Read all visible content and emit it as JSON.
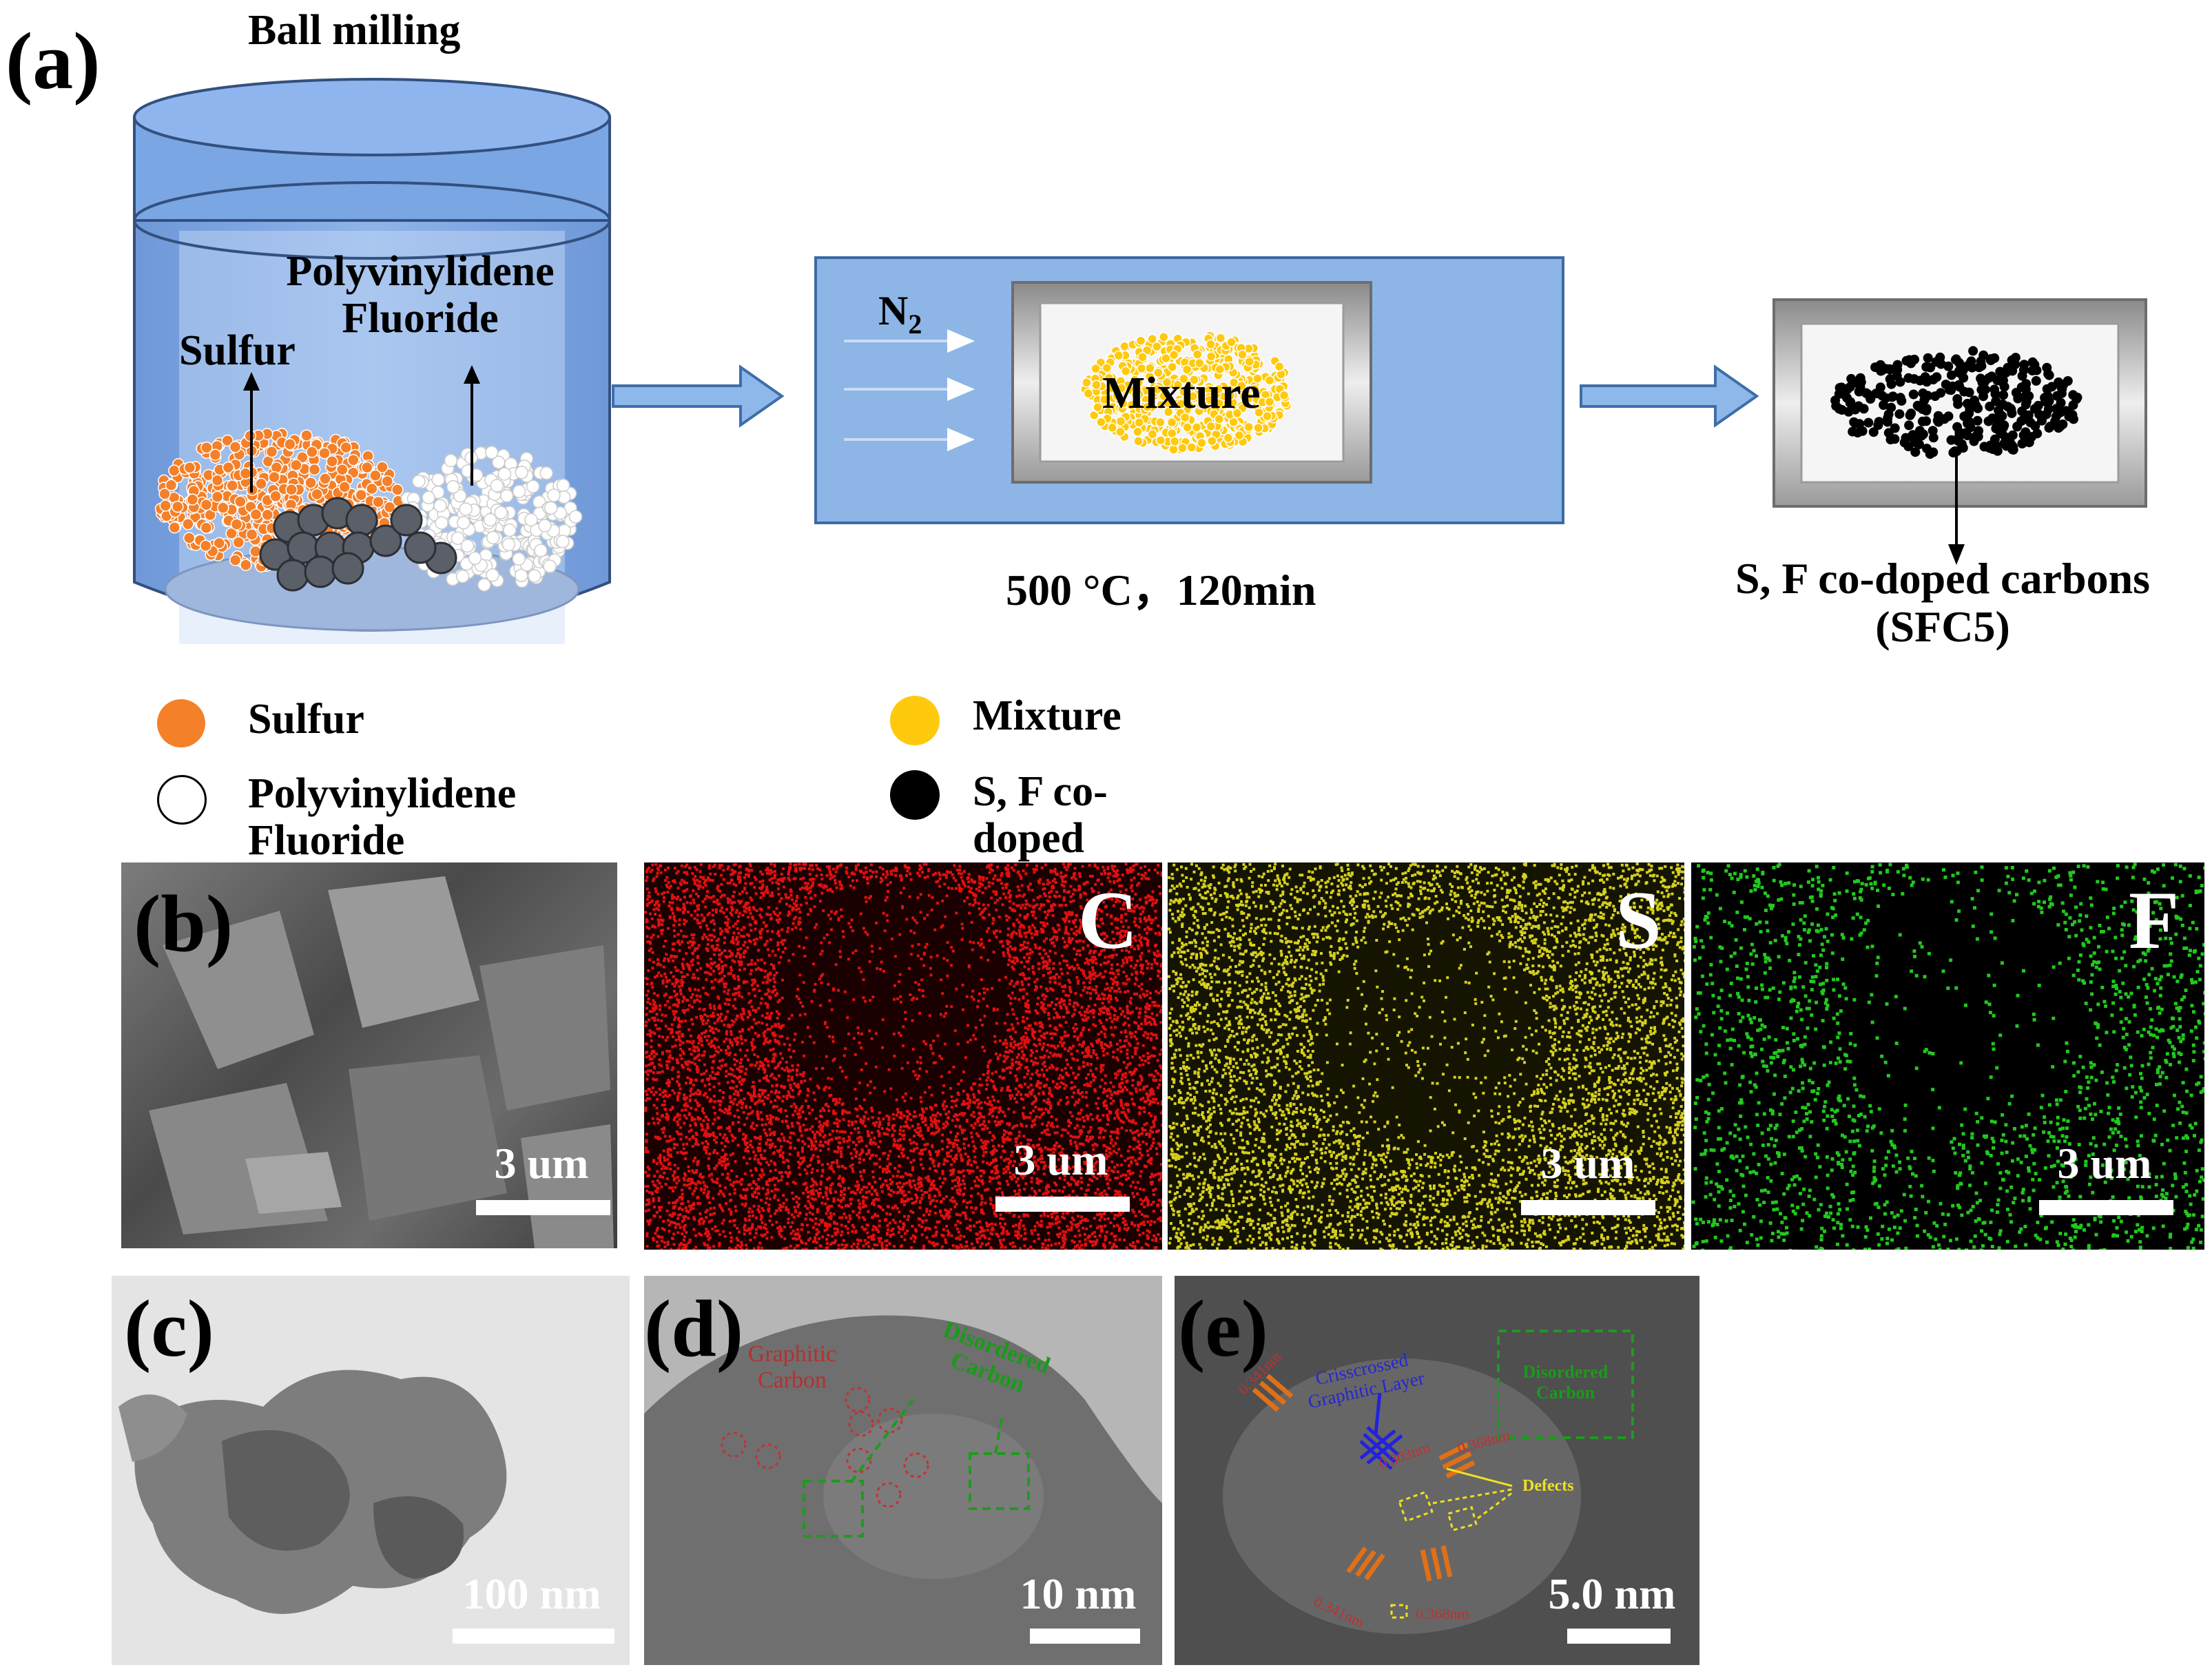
{
  "panel_a": {
    "letter": "(a)",
    "ball_milling": "Ball milling",
    "jar_sulfur": "Sulfur",
    "jar_pvdf_line1": "Polyvinylidene",
    "jar_pvdf_line2": "Fluoride",
    "n2": "N",
    "n2_sub": "2",
    "mixture": "Mixture",
    "condition": "500 °C，120min",
    "product_line1": "S, F co-doped carbons",
    "product_line2": "(SFC5)",
    "legend": [
      {
        "color": "#f4802a",
        "label": "Sulfur"
      },
      {
        "color": "#ffffff",
        "label": "Polyvinylidene Fluoride"
      },
      {
        "color": "#ffc90e",
        "label": "Mixture"
      },
      {
        "color": "#000000",
        "label": "S, F co-doped carbons (SFC5)"
      }
    ]
  },
  "panel_b": {
    "letter": "(b)",
    "maps": [
      {
        "element": "",
        "scale": "3 um",
        "color": "#8a8a8a"
      },
      {
        "element": "C",
        "scale": "3 um",
        "color": "#e01010"
      },
      {
        "element": "S",
        "scale": "3 um",
        "color": "#d6d020"
      },
      {
        "element": "F",
        "scale": "3 um",
        "color": "#22c81e"
      }
    ]
  },
  "panel_c": {
    "letter": "(c)",
    "scale": "100 nm"
  },
  "panel_d": {
    "letter": "(d)",
    "scale": "10 nm",
    "graphitic_line1": "Graphitic",
    "graphitic_line2": "Carbon",
    "disordered_line1": "Disordered",
    "disordered_line2": "Carbon"
  },
  "panel_e": {
    "letter": "(e)",
    "scale": "5.0 nm",
    "crisscrossed_line1": "Crisscrossed",
    "crisscrossed_line2": "Graphitic Layer",
    "disordered_line1": "Disordered",
    "disordered_line2": "Carbon",
    "defects": "Defects",
    "d_spacings": [
      "0.341nm",
      "0.303nm",
      "0.368nm",
      "0.341nm",
      "0.368nm"
    ]
  }
}
